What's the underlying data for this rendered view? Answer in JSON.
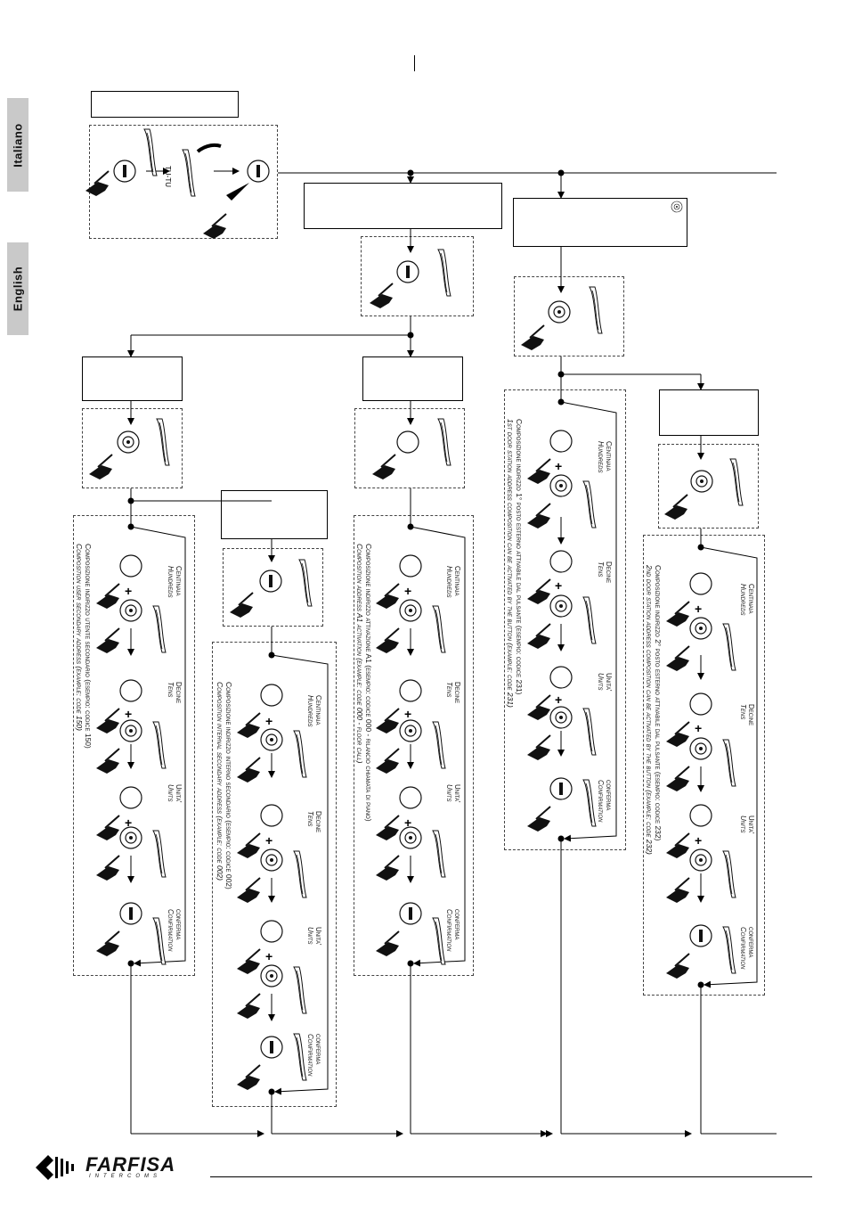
{
  "tabs": {
    "italiano": "Italiano",
    "english": "English"
  },
  "handset_label": "TU-TU",
  "blocks": {
    "col1": {
      "title_it": "Composizione indirizzo utente secondario (esempio: codice 150)",
      "title_en": "Composition user secondary address (example: code 150)"
    },
    "col2": {
      "title_it": "Composizione indirizzo interno secondario (esempio: codice 002)",
      "title_en": "Composition internal secondary address (example: code 002)"
    },
    "col3": {
      "title_it": "Composizione indirizzo attivazione A1 (esempio: codice 000 - rilancio chiamata di piano)",
      "title_en": "Composition address A1 activation (example: code 000 - floor call)"
    },
    "col4": {
      "title_it": "Composizione indirizzo 1° posto esterno attivabile dal pulsante (esempio: codice 231)",
      "title_en": "1st door station address composition can be activated by the button (example: code 231)"
    },
    "col5": {
      "title_it": "Composizione indirizzo 2° posto esterno attivabile dal pulsante (esempio: codice 232)",
      "title_en": "2nd door station address composition can be activated by the button (example: code 232)"
    }
  },
  "steps": {
    "hundreds_it": "Centinaia",
    "hundreds_en": "Hundreds",
    "tens_it": "Decine",
    "tens_en": "Tens",
    "units_it": "Unita'",
    "units_en": "Units",
    "confirm_it": "conferma",
    "confirm_en": "Confirmation"
  },
  "brand": {
    "name": "FARFISA",
    "sub": "INTERCOMS"
  }
}
